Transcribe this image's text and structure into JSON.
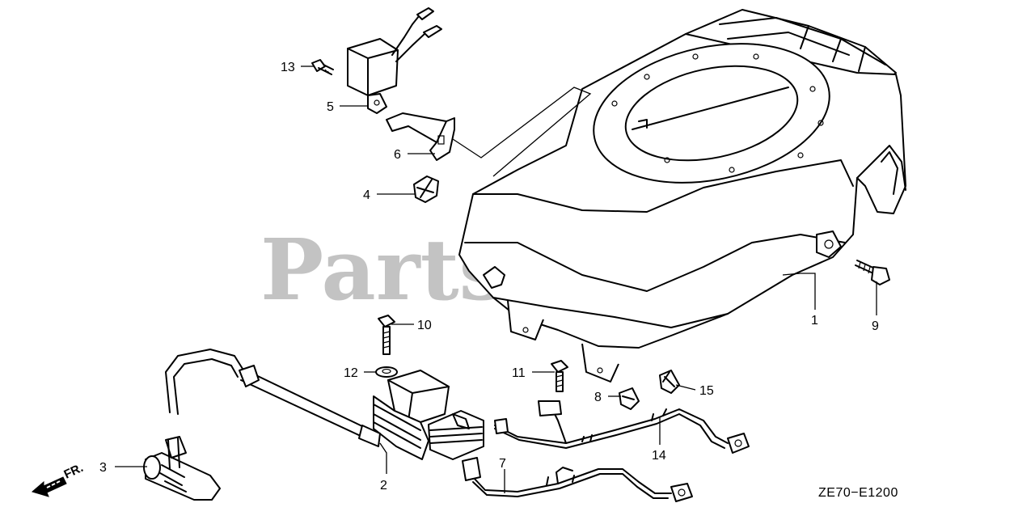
{
  "diagram": {
    "watermark": "PartsTree",
    "watermark_mark": "™",
    "drawing_code": "ZE70−E1200",
    "direction_label": "FR.",
    "callouts": [
      {
        "id": "c1",
        "label": "1"
      },
      {
        "id": "c2",
        "label": "2"
      },
      {
        "id": "c3",
        "label": "3"
      },
      {
        "id": "c4",
        "label": "4"
      },
      {
        "id": "c5",
        "label": "5"
      },
      {
        "id": "c6",
        "label": "6"
      },
      {
        "id": "c7",
        "label": "7"
      },
      {
        "id": "c8",
        "label": "8"
      },
      {
        "id": "c9",
        "label": "9"
      },
      {
        "id": "c10",
        "label": "10"
      },
      {
        "id": "c11",
        "label": "11"
      },
      {
        "id": "c12",
        "label": "12"
      },
      {
        "id": "c13",
        "label": "13"
      },
      {
        "id": "c14",
        "label": "14"
      },
      {
        "id": "c15",
        "label": "15"
      }
    ]
  }
}
